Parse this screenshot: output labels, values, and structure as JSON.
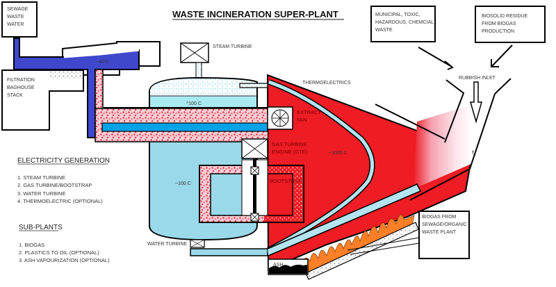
{
  "title": "WASTE INCINERATION SUPER-PLANT",
  "colors": {
    "furnace_red": "#ee1c24",
    "sewage_blue": "#3f48cc",
    "tank_light_blue": "#99d9ea",
    "tank_top_blue": "#a8eaf0",
    "flame_orange": "#ff7f27",
    "hot_pipe_pink": "#f8b4c4"
  },
  "boxes": {
    "sewage": [
      "SEWAGE",
      "WASTE",
      "WATER"
    ],
    "filtration": [
      "FILTRATION",
      "BAGHOUSE",
      "STACK"
    ],
    "municipal": [
      "MUNICIPAL, TOXIC,",
      "HAZARDOUS, CHEMCIAL",
      "WASTE"
    ],
    "biosolid": [
      "BIOSOLID RESIDUE",
      "FROM BIOGAS",
      "PRODUCTION"
    ],
    "biogas": [
      "BIOGAS FROM",
      "SEWAGE/ORGANIC",
      "WASTE PLANT"
    ]
  },
  "labels": {
    "steam_turbine": "STEAM TURBINE",
    "thermoelectrics": "THERMOELECTRICS",
    "rubbish_inlet": "RUBBISH INLET",
    "extract_fan": [
      "EXTRACT",
      "FAN"
    ],
    "gas_turbine": [
      "GAS TURBINE",
      "ENGINE (GTE)"
    ],
    "bootstrap": "BOOTSTRAP",
    "water_turbine": "WATER TURBINE",
    "ash": "ASH",
    "temp_40": "~40 C",
    "temp_100_top": "^100 C",
    "temp_100_low": "~100 C",
    "temp_1000": "~1000 C"
  },
  "electricity": {
    "heading": "ELECTRICITY GENERATION",
    "items": [
      "1. STEAM TURBINE",
      "2. GAS TURBINE/BOOTSTRAP",
      "3. WATER TURBINE",
      "4. THERMOELECTRIC (OPTIONAL)"
    ]
  },
  "subplants": {
    "heading": "SUB-PLANTS",
    "items": [
      "1. BIOGAS",
      "2. PLASTICS TO OIL (OPTIONAL)",
      "3. ASH VAPOURIZATION (OPTIONAL)"
    ]
  }
}
